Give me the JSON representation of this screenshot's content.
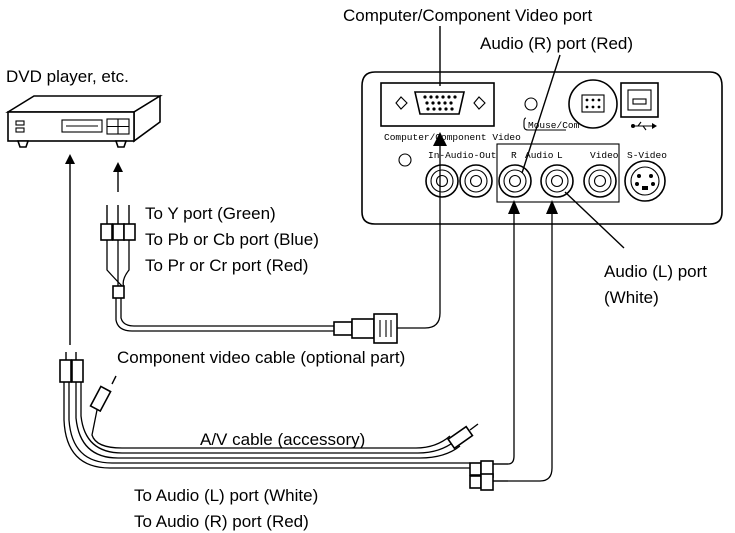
{
  "callouts": {
    "computer_port": "Computer/Component Video port",
    "audio_r_port": "Audio (R) port (Red)",
    "dvd_player": "DVD player, etc.",
    "to_y": "To Y port (Green)",
    "to_pb": "To Pb or Cb port (Blue)",
    "to_pr": "To Pr or Cr port (Red)",
    "audio_l_port_1": "Audio (L) port",
    "audio_l_port_2": "(White)",
    "component_cable": "Component video cable (optional part)",
    "av_cable": "A/V cable (accessory)",
    "to_audio_l": "To Audio (L) port (White)",
    "to_audio_r": "To Audio (R) port (Red)"
  },
  "panel_labels": {
    "computer_component_video": "Computer/Component Video",
    "mouse_com": "Mouse/Com",
    "in_audio_out": "In-Audio-Out",
    "r": "R",
    "audio": "Audio",
    "l": "L",
    "video": "Video",
    "s_video": "S-Video"
  },
  "icons": {
    "usb": "usb-icon"
  }
}
